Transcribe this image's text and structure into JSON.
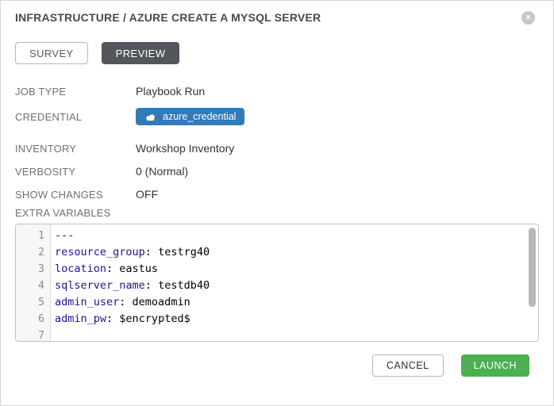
{
  "header": {
    "title": "INFRASTRUCTURE / AZURE CREATE A MYSQL SERVER"
  },
  "tabs": {
    "survey": "SURVEY",
    "preview": "PREVIEW",
    "active_tab": "PREVIEW"
  },
  "fields": [
    {
      "label": "JOB TYPE",
      "value": "Playbook Run"
    },
    {
      "label": "CREDENTIAL",
      "value": "azure_credential"
    },
    {
      "label": "INVENTORY",
      "value": "Workshop Inventory"
    },
    {
      "label": "VERBOSITY",
      "value": "0 (Normal)"
    },
    {
      "label": "SHOW CHANGES",
      "value": "OFF"
    }
  ],
  "extra_variables": {
    "label": "EXTRA VARIABLES",
    "lines": [
      {
        "num": "1",
        "key": "---",
        "sep": "",
        "value": ""
      },
      {
        "num": "2",
        "key": "resource_group",
        "sep": ": ",
        "value": "testrg40"
      },
      {
        "num": "3",
        "key": "location",
        "sep": ": ",
        "value": "eastus"
      },
      {
        "num": "4",
        "key": "sqlserver_name",
        "sep": ": ",
        "value": "testdb40"
      },
      {
        "num": "5",
        "key": "admin_user",
        "sep": ": ",
        "value": "demoadmin"
      },
      {
        "num": "6",
        "key": "admin_pw",
        "sep": ": ",
        "value": "$encrypted$"
      },
      {
        "num": "7",
        "key": "",
        "sep": "",
        "value": ""
      }
    ]
  },
  "footer": {
    "cancel": "CANCEL",
    "launch": "LAUNCH"
  },
  "icons": {
    "close": "close-icon",
    "credential": "cloud-icon"
  },
  "colors": {
    "badge_blue": "#337ab7",
    "launch_green": "#4caf50",
    "active_tab_bg": "#53565b",
    "yaml_key": "#221199"
  }
}
